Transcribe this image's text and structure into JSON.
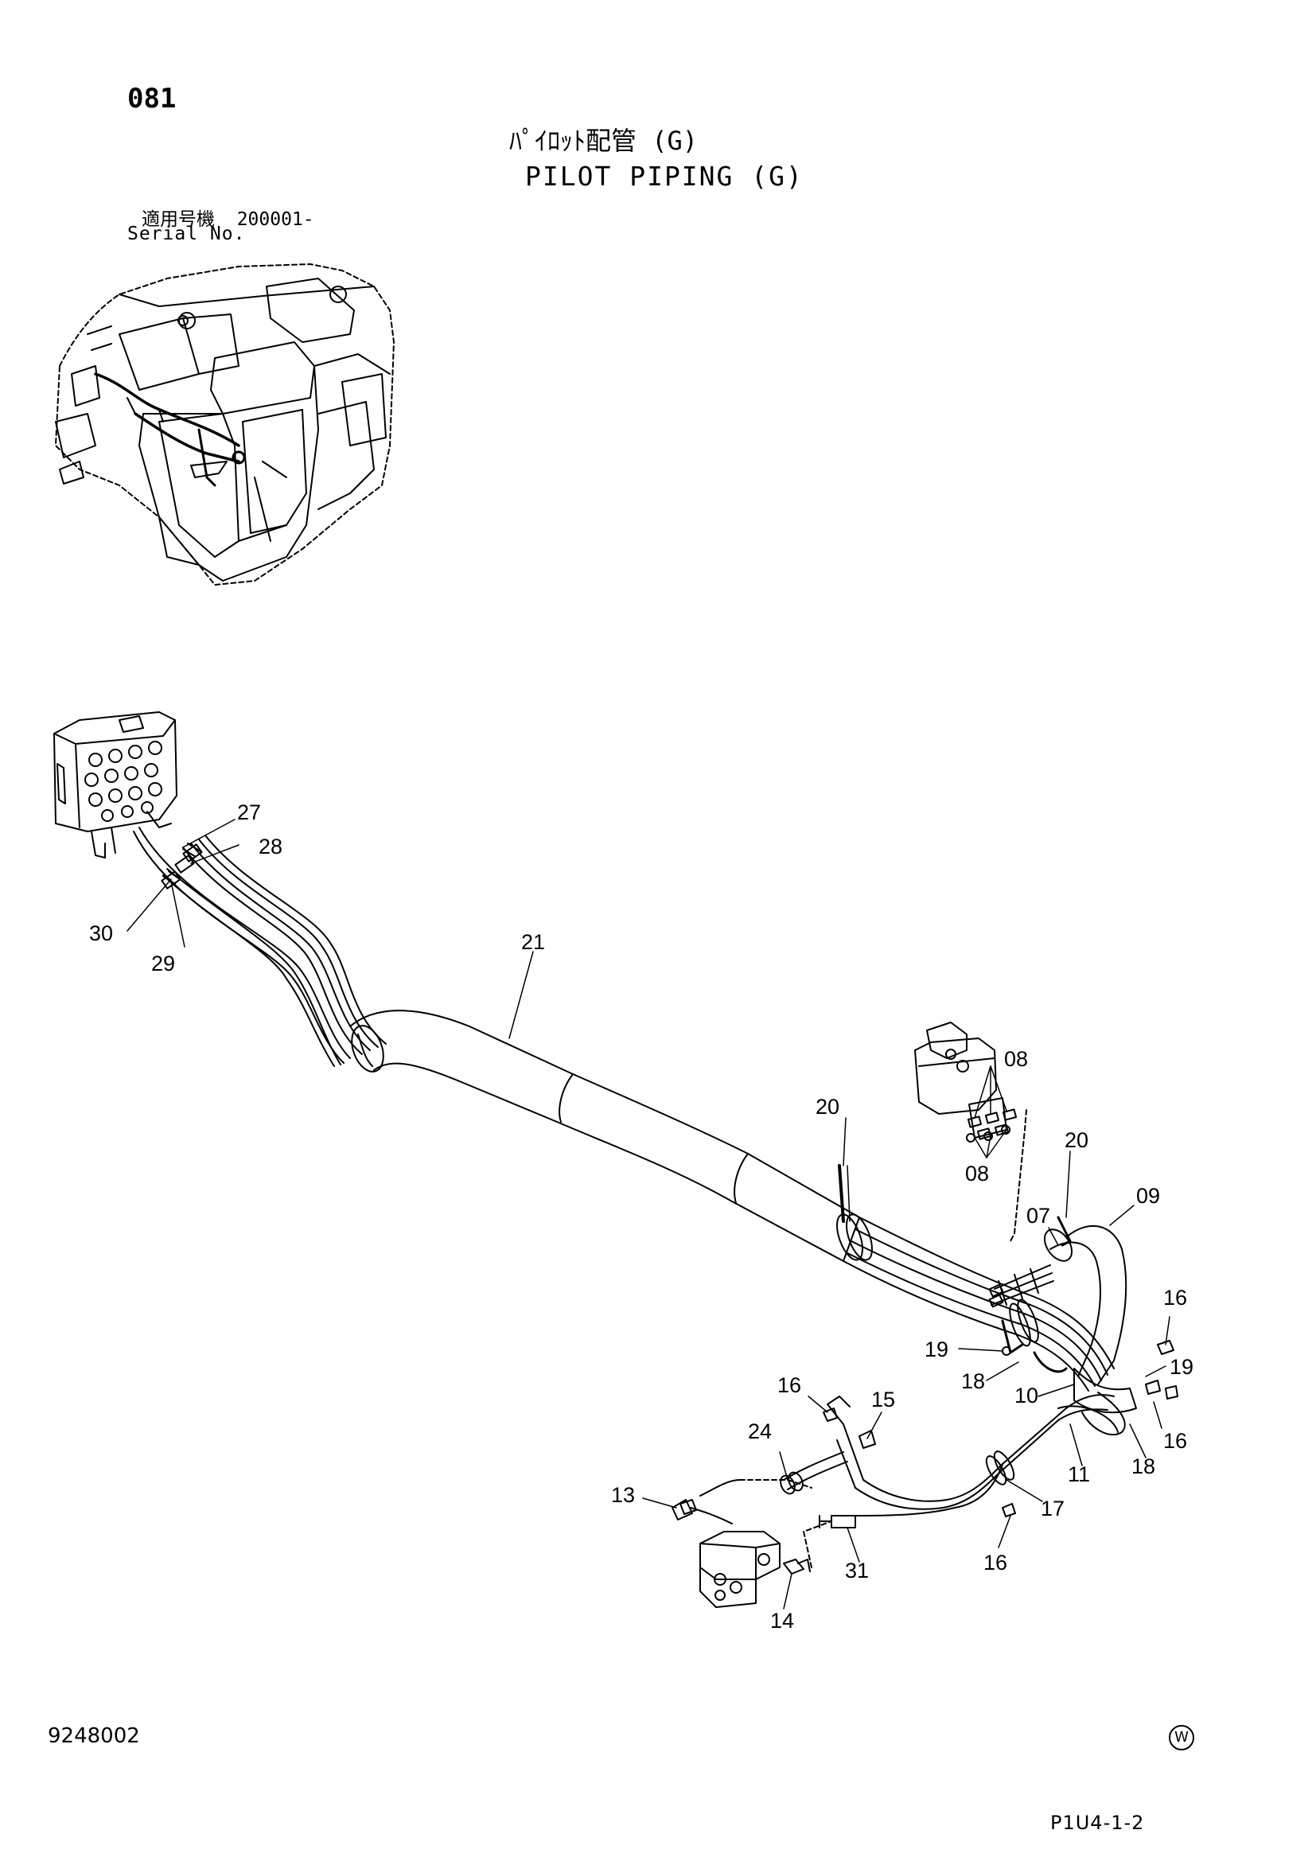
{
  "header": {
    "page_no": "081",
    "title_jp": "ﾊﾟｲﾛｯﾄ配管 (G)",
    "title_en": "PILOT PIPING (G)",
    "serial_label_jp": "適用号機",
    "serial_from": "200001-",
    "serial_label_en": "Serial No."
  },
  "footer": {
    "doc_no": "9248002",
    "ref_code": "P1U4-1-2",
    "w_mark": "W"
  },
  "callouts": {
    "c27": "27",
    "c28": "28",
    "c30": "30",
    "c29": "29",
    "c21": "21",
    "c08a": "08",
    "c08b": "08",
    "c20a": "20",
    "c20b": "20",
    "c07": "07",
    "c09": "09",
    "c16a": "16",
    "c19a": "19",
    "c19b": "19",
    "c18a": "18",
    "c10": "10",
    "c16b": "16",
    "c15": "15",
    "c24": "24",
    "c16c": "16",
    "c11": "11",
    "c18b": "18",
    "c13": "13",
    "c17": "17",
    "c31": "31",
    "c16d": "16",
    "c14": "14"
  }
}
